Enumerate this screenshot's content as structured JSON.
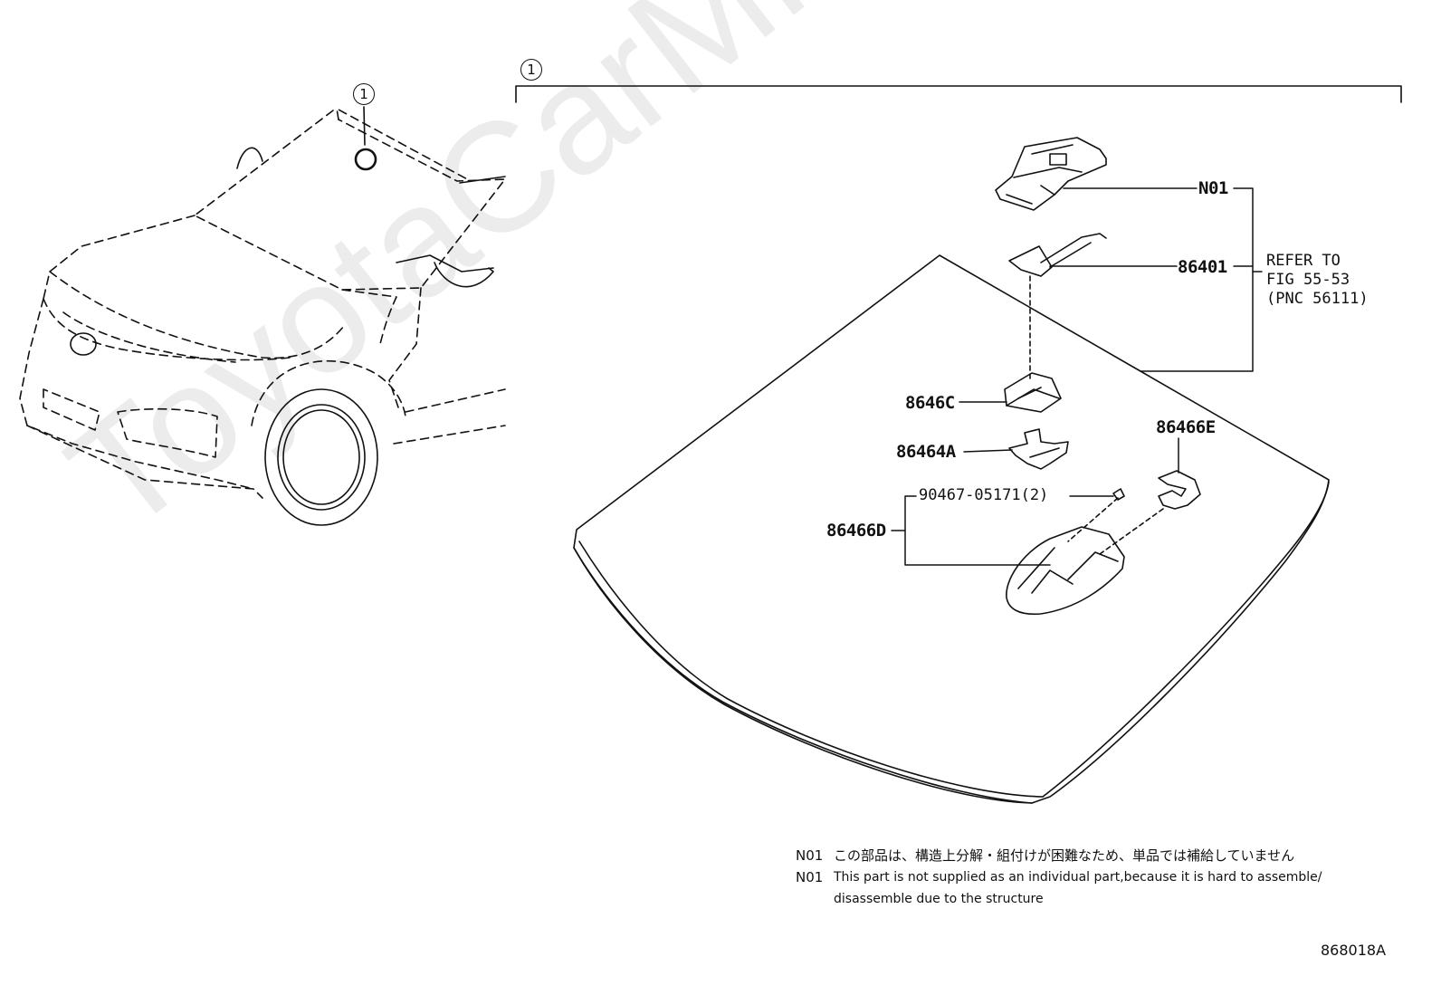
{
  "callouts": {
    "left": "1",
    "right": "1"
  },
  "parts": {
    "n01": "N01",
    "p86401": "86401",
    "p8646c": "8646C",
    "p86464a": "86464A",
    "p86466e": "86466E",
    "p90467": "90467-05171(2)",
    "p86466d": "86466D"
  },
  "refer": {
    "line1": "REFER TO",
    "line2": "FIG 55-53",
    "line3": "(PNC 56111)"
  },
  "notes": [
    {
      "code": "N01",
      "text": "この部品は、構造上分解・組付けが困難なため、単品では補給していません"
    },
    {
      "code": "N01",
      "text": "This part is not supplied as an individual part,because it is hard to assemble/"
    },
    {
      "code": "",
      "text": "disassemble due to the structure"
    }
  ],
  "diagram_id": "868018A",
  "watermark": "ToyotaCarMine.ru"
}
